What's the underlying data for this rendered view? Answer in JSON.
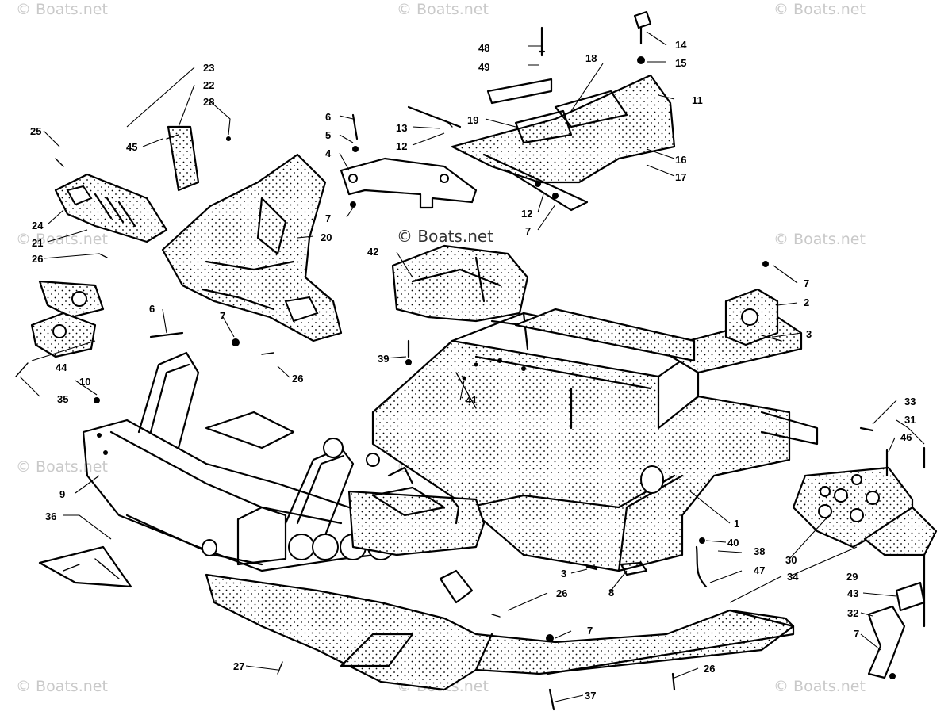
{
  "watermarks": [
    "© Boats.net",
    "© Boats.net",
    "© Boats.net",
    "© Boats.net",
    "© Boats.net",
    "© Boats.net",
    "© Boats.net",
    "© Boats.net",
    "© Boats.net",
    "© Boats.net"
  ],
  "center_watermark": "© Boats.net",
  "callouts": [
    "48",
    "49",
    "18",
    "14",
    "15",
    "11",
    "16",
    "17",
    "6",
    "5",
    "4",
    "7",
    "13",
    "12",
    "19",
    "12",
    "7",
    "23",
    "22",
    "28",
    "25",
    "45",
    "24",
    "21",
    "26",
    "20",
    "42",
    "7",
    "2",
    "3",
    "39",
    "41",
    "6",
    "7",
    "26",
    "44",
    "10",
    "35",
    "33",
    "31",
    "46",
    "9",
    "36",
    "1",
    "40",
    "38",
    "47",
    "30",
    "29",
    "3",
    "8",
    "26",
    "34",
    "43",
    "32",
    "7",
    "7",
    "27",
    "26",
    "37"
  ]
}
